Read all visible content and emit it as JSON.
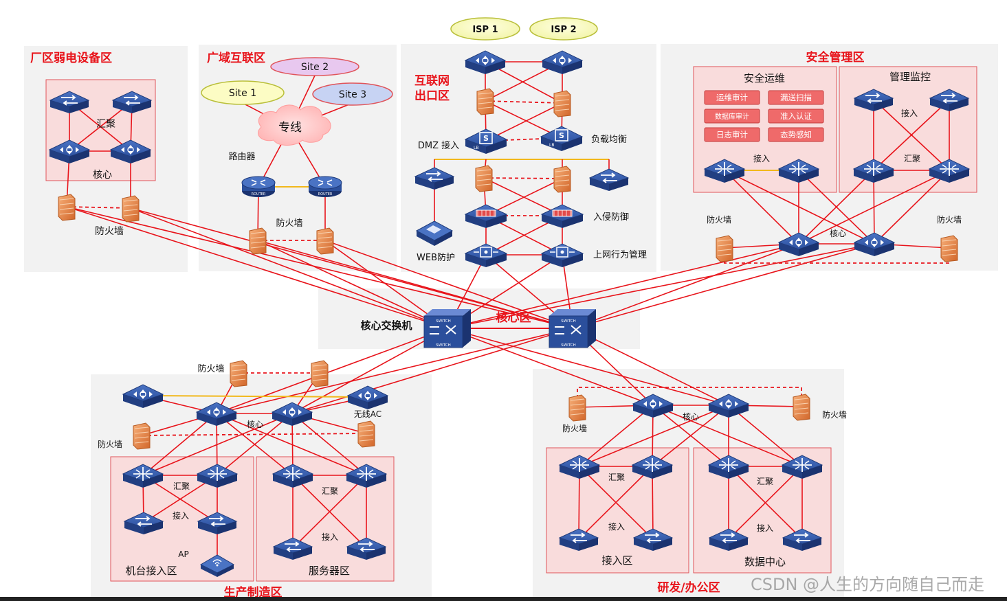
{
  "colors": {
    "zone_bg": "#f2f2f2",
    "subzone_bg": "#f9dcdc",
    "subzone_border": "#e0545a",
    "link": "#e8141b",
    "title": "#e8141b",
    "switch": "#2b4f9c",
    "firewall": "#e07a3c",
    "isp_fill": "#fcfcc4",
    "site2_fill": "#e8c8ef",
    "site3_fill": "#c7d3f3",
    "cloud": "#ffc8c8"
  },
  "zones": {
    "plant": {
      "title": "厂区弱电设备区",
      "agg": "汇聚",
      "core": "核心",
      "fw": "防火墙"
    },
    "wan": {
      "title": "广域互联区",
      "site1": "Site 1",
      "site2": "Site 2",
      "site3": "Site 3",
      "cloud": "专线",
      "router": "路由器",
      "router_tag": "ROUTER",
      "fw": "防火墙"
    },
    "internet": {
      "title_line1": "互联网",
      "title_line2": "出口区",
      "isp1": "ISP 1",
      "isp2": "ISP 2",
      "dmz": "DMZ 接入",
      "lb": "负载均衡",
      "lb_tag": "LB",
      "ips": "入侵防御",
      "web": "WEB防护",
      "behavior": "上网行为管理"
    },
    "security": {
      "title": "安全管理区",
      "ops": "安全运维",
      "monitor": "管理监控",
      "ops_items": [
        "运维审计",
        "漏送扫描",
        "数据库审计",
        "准入认证",
        "日志审计",
        "态势感知"
      ],
      "access": "接入",
      "agg": "汇聚",
      "core": "核心",
      "fw_left": "防火墙",
      "fw_right": "防火墙"
    },
    "core": {
      "title": "核心区",
      "switch_label": "核心交换机",
      "switch_tag": "SWITCH"
    },
    "production": {
      "title": "生产制造区",
      "fw_top": "防火墙",
      "fw_left": "防火墙",
      "core": "核心",
      "ac": "无线AC",
      "agg": "汇聚",
      "access": "接入",
      "ap": "AP",
      "machine_zone": "机台接入区",
      "server_zone": "服务器区"
    },
    "office": {
      "title": "研发/办公区",
      "fw_left": "防火墙",
      "fw_right": "防火墙",
      "core": "核心",
      "agg": "汇聚",
      "access": "接入",
      "access_zone": "接入区",
      "dc_zone": "数据中心"
    }
  },
  "watermark": "CSDN @人生的方向随自己而走"
}
